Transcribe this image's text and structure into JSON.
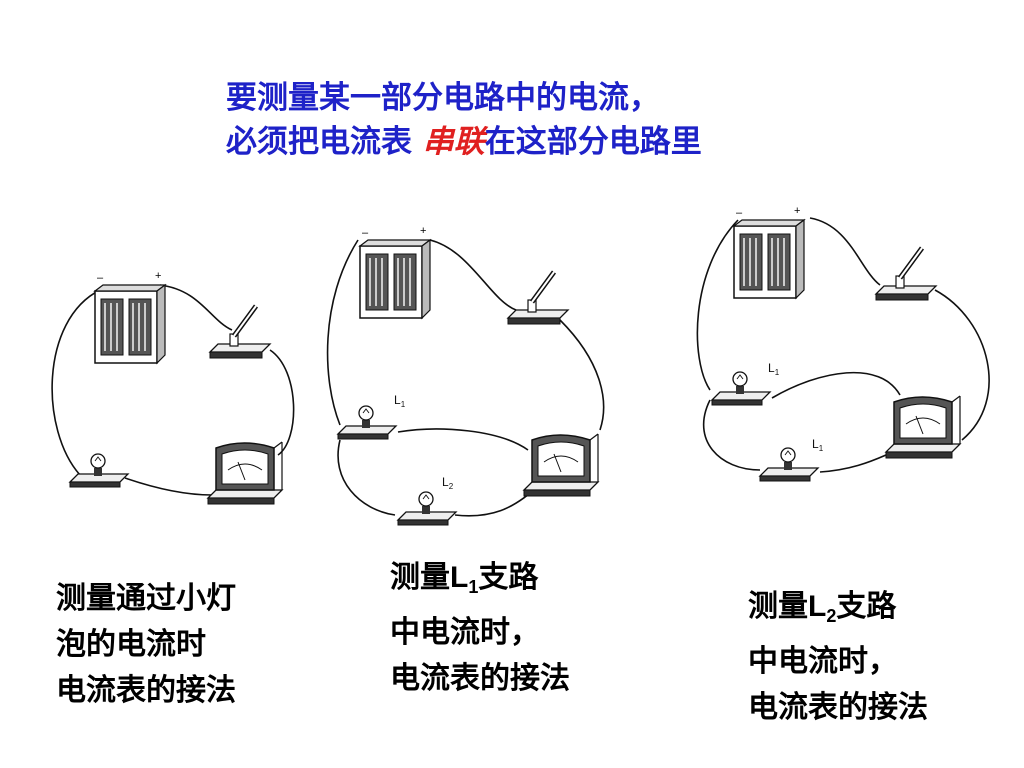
{
  "title": {
    "line1": "要测量某一部分电路中的电流，",
    "line2_prefix": "必须把电流表 ",
    "line2_emphasis": "串联",
    "line2_suffix": "在这部分电路里"
  },
  "circuit_labels": {
    "c2_l1": "L",
    "c2_l1_sub": "1",
    "c2_l2": "L",
    "c2_l2_sub": "2",
    "c3_l1": "L",
    "c3_l1_sub": "1",
    "c3_l2": "L",
    "c3_l2_sub": "1"
  },
  "captions": {
    "c1": {
      "line1": "测量通过小灯",
      "line2": "泡的电流时",
      "line3": "电流表的接法"
    },
    "c2": {
      "line1_prefix": "测量",
      "line1_letter": "L",
      "line1_sub": "1",
      "line1_suffix": "支路",
      "line2": "中电流时，",
      "line3": "电流表的接法"
    },
    "c3": {
      "line1_prefix": "测量",
      "line1_letter": "L",
      "line1_sub": "2",
      "line1_suffix": "支路",
      "line2": "中电流时，",
      "line3": "电流表的接法"
    }
  },
  "colors": {
    "title": "#1e22c8",
    "emphasis": "#e02020",
    "caption": "#000000"
  }
}
